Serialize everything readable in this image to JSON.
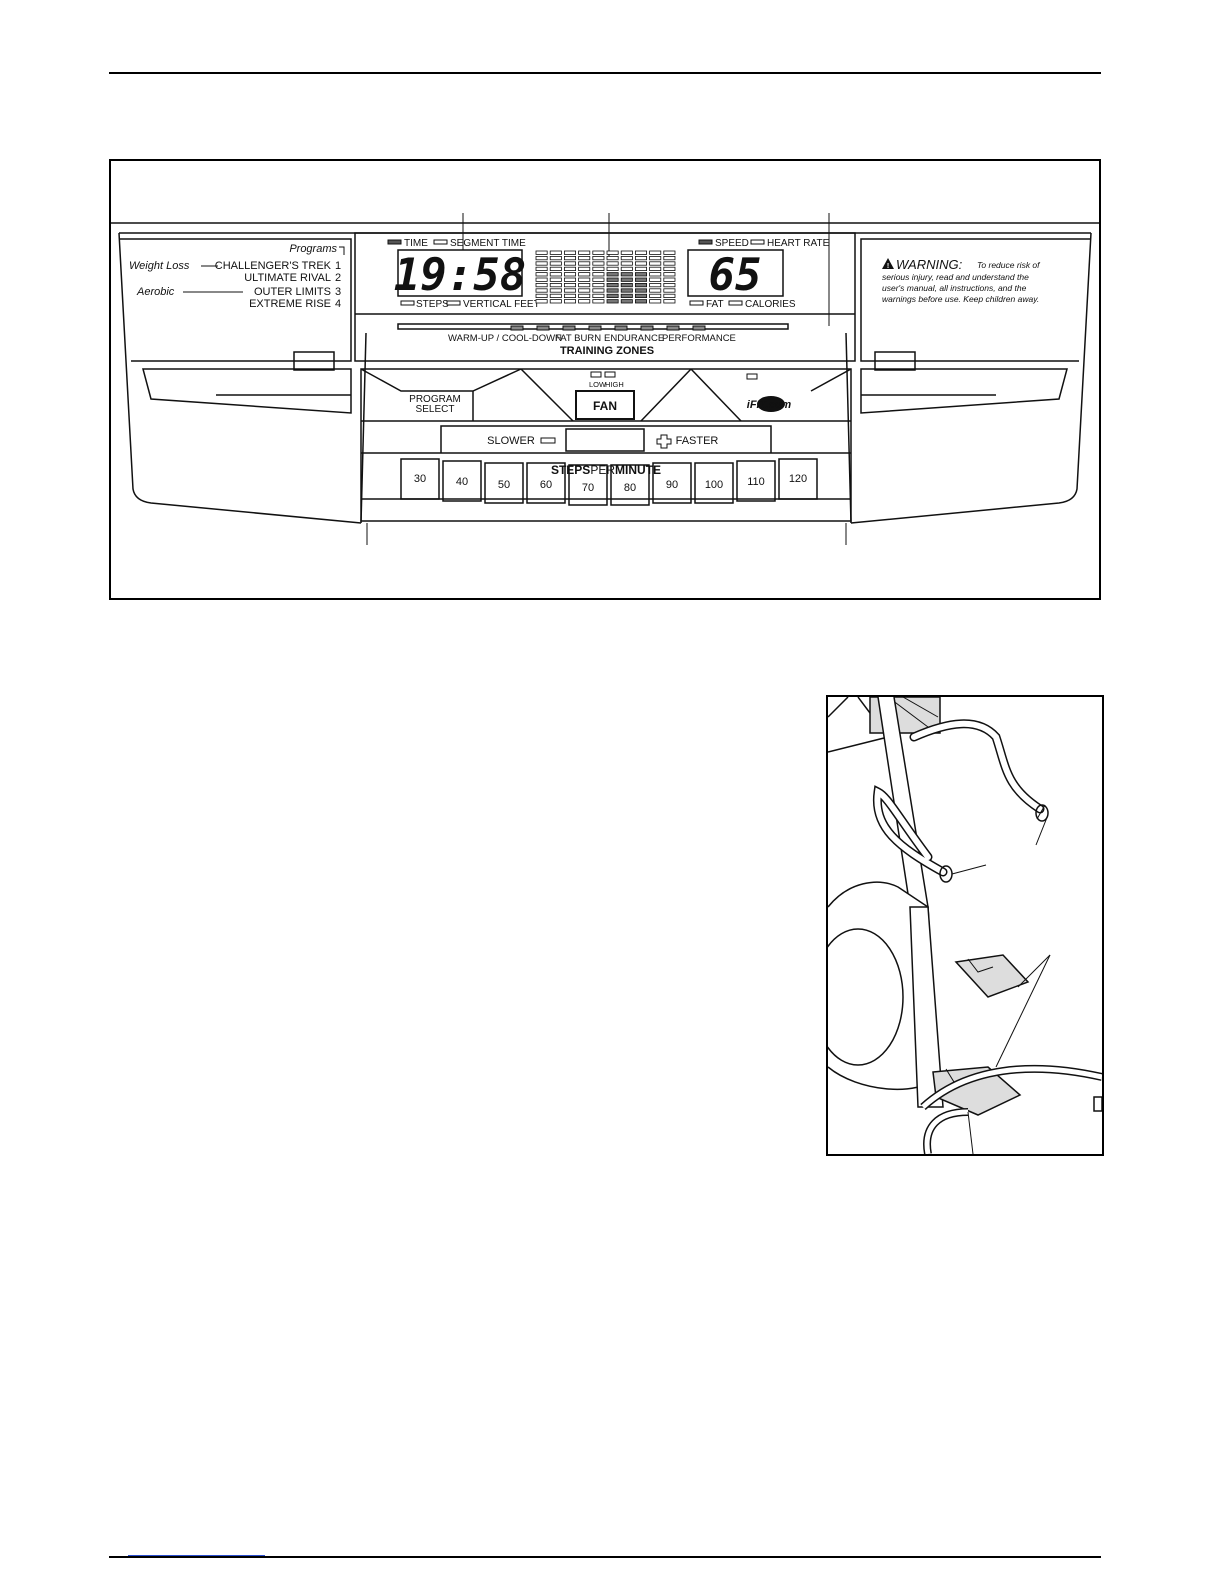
{
  "programs": {
    "heading": "Programs",
    "rows": [
      {
        "category": "Weight Loss",
        "name": "CHALLENGER'S TREK",
        "number": "1"
      },
      {
        "category": "",
        "name": "ULTIMATE RIVAL",
        "number": "2"
      },
      {
        "category": "Aerobic",
        "name": "OUTER LIMITS",
        "number": "3"
      },
      {
        "category": "",
        "name": "EXTREME RISE",
        "number": "4"
      }
    ]
  },
  "left_display": {
    "top_indicators": [
      "TIME",
      "SEGMENT TIME"
    ],
    "value": "19:58",
    "bottom_indicators": [
      "STEPS",
      "VERTICAL FEET"
    ]
  },
  "right_display": {
    "top_indicators": [
      "SPEED",
      "HEART RATE"
    ],
    "value": "65",
    "bottom_indicators": [
      "FAT",
      "CALORIES"
    ]
  },
  "training_zones": {
    "title": "TRAINING ZONES",
    "zones": [
      "WARM-UP / COOL-DOWN",
      "FAT BURN",
      "ENDURANCE",
      "PERFORMANCE"
    ]
  },
  "warning": {
    "title": "WARNING:",
    "lines": [
      "To reduce risk of",
      "serious injury, read and understand the",
      "user's manual, all instructions, and the",
      "warnings before use.  Keep children away."
    ]
  },
  "buttons": {
    "program_select": [
      "PROGRAM",
      "SELECT"
    ],
    "fan": "FAN",
    "fan_low": "LOW",
    "fan_high": "HIGH",
    "ifit_logo": "iFIT.com",
    "slower": "SLOWER",
    "faster": "FASTER",
    "steps_per_minute": {
      "steps": "STEPS",
      "per": "PER",
      "minute": "MINUTE"
    },
    "speeds": [
      "30",
      "40",
      "50",
      "60",
      "70",
      "80",
      "90",
      "100",
      "110",
      "120"
    ]
  }
}
